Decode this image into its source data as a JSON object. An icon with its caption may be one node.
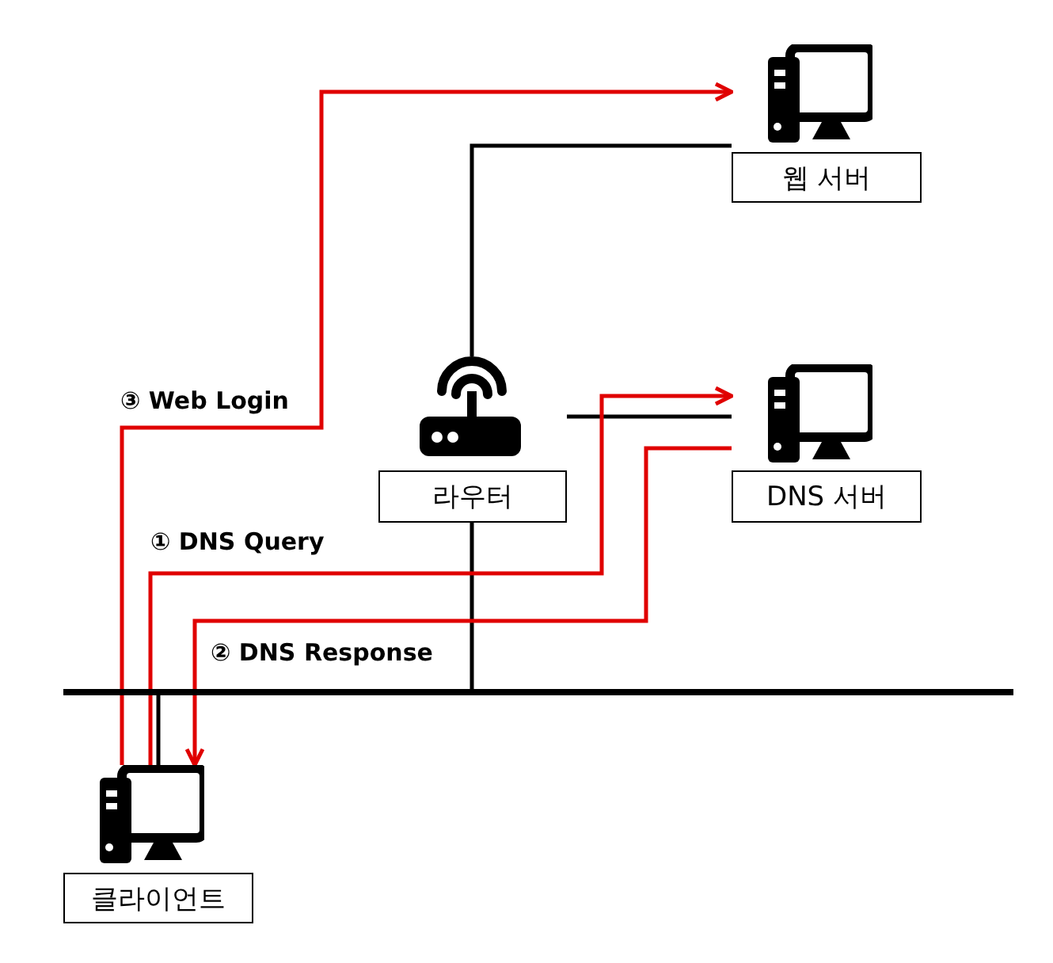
{
  "diagram": {
    "nodes": [
      {
        "text": [
          "웹 서버"
        ]
      },
      {
        "text": [
          "라우터"
        ]
      },
      {
        "text": [
          "DNS 서버"
        ]
      },
      {
        "text": [],
        "shape": "bar"
      },
      {
        "text": [
          "클라이언트"
        ]
      }
    ],
    "edges": [
      {
        "from": 1,
        "to": 0,
        "arrow": "none"
      },
      {
        "from": 1,
        "to": 2,
        "arrow": "none"
      },
      {
        "from": 1,
        "to": 3,
        "arrow": "none"
      },
      {
        "from": 4,
        "to": 3,
        "arrow": "none"
      },
      {
        "from": 4,
        "to": 2,
        "arrow": "to",
        "label": "① DNS Query",
        "color": "#e00000"
      },
      {
        "from": 2,
        "to": 4,
        "arrow": "to",
        "label": "② DNS Response",
        "color": "#e00000"
      },
      {
        "from": 4,
        "to": 0,
        "arrow": "to",
        "label": "③ Web Login",
        "color": "#e00000"
      }
    ]
  }
}
